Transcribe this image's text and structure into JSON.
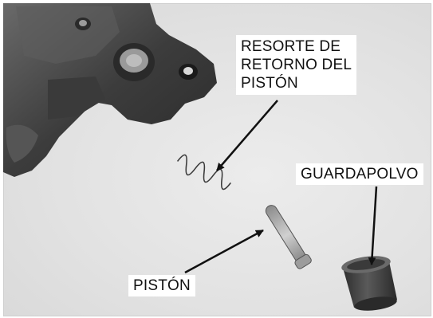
{
  "labels": {
    "spring": [
      "RESORTE DE",
      "RETORNO DEL",
      "PISTÓN"
    ],
    "dust_boot": "GUARDAPOLVO",
    "piston": "PISTÓN"
  },
  "colors": {
    "background": "#e4e4e4",
    "caliper": "#4a4a4a",
    "arrow": "#111111",
    "label_bg": "#ffffff"
  }
}
